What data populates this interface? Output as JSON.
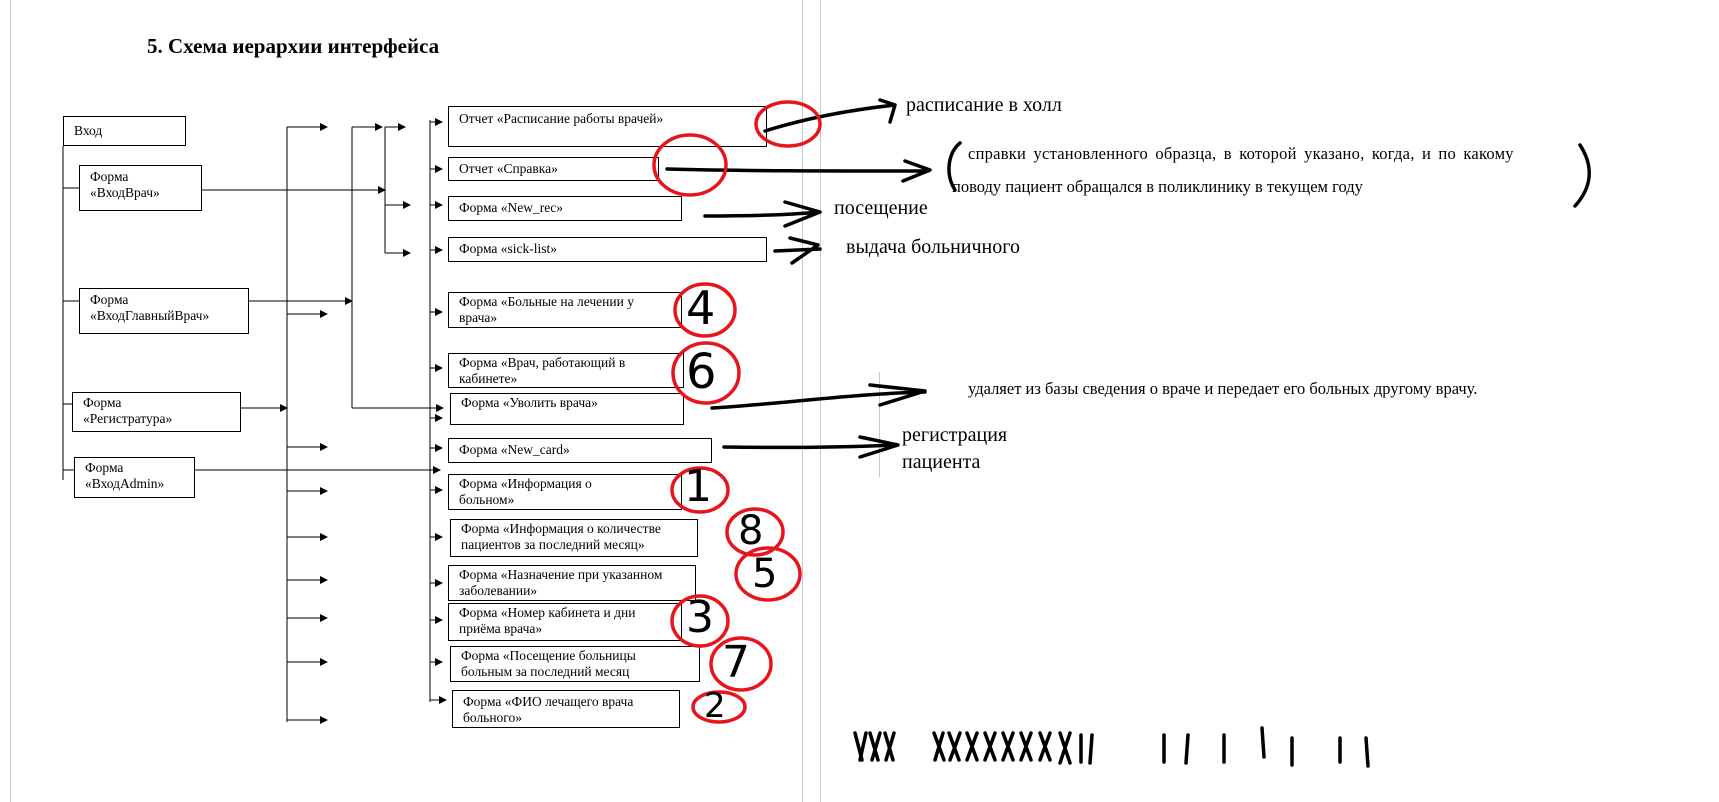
{
  "title": "5. Схема иерархии интерфейса",
  "entry_boxes": {
    "vhod": "Вход",
    "vhod_vrach": [
      "Форма",
      "«ВходВрач»"
    ],
    "vhod_glavvrach": [
      "Форма",
      "«ВходГлавныйВрач»"
    ],
    "registratura": [
      "Форма",
      "«Регистратура»"
    ],
    "vhod_admin": [
      "Форма",
      "«ВходAdmin»"
    ]
  },
  "target_boxes": [
    [
      "Отчет «Расписание работы врачей»"
    ],
    [
      "Отчет «Справка»"
    ],
    [
      "Форма «New_rec»"
    ],
    [
      "Форма «sick-list»"
    ],
    [
      "Форма «Больные на лечении у",
      "врача»"
    ],
    [
      "Форма «Врач, работающий в",
      "кабинете»"
    ],
    [
      "Форма «Уволить врача»"
    ],
    [
      "Форма «New_card»"
    ],
    [
      "Форма «Информация о",
      "больном»"
    ],
    [
      "Форма «Информация о количестве",
      "пациентов за последний месяц»"
    ],
    [
      "Форма «Назначение при указанном",
      "заболевании»"
    ],
    [
      "Форма «Номер кабинета и дни",
      "приёма врача»"
    ],
    [
      "Форма «Посещение больницы",
      "больным за последний месяц"
    ],
    [
      "Форма «ФИО лечащего врача",
      "больного»"
    ]
  ],
  "annotations": {
    "raspisanie": "расписание в холл",
    "spravka_line1": "справки установленного образца, в которой указано, когда, и по какому",
    "spravka_line2": "поводу пациент обращался в поликлинику в текущем году",
    "poseshchenie": "посещение",
    "bolnichny": "выдача больничного",
    "uvolit": "удаляет из базы сведения о враче и передает его больных другому врачу.",
    "registraciya_line1": "регистрация",
    "registraciya_line2": "пациента"
  },
  "handwritten_numbers": [
    "4",
    "6",
    "1",
    "8",
    "5",
    "3",
    "7",
    "2"
  ],
  "colors": {
    "red_circle": "#e8141c",
    "ink": "#000000",
    "page_divider": "#c8c8c8"
  }
}
